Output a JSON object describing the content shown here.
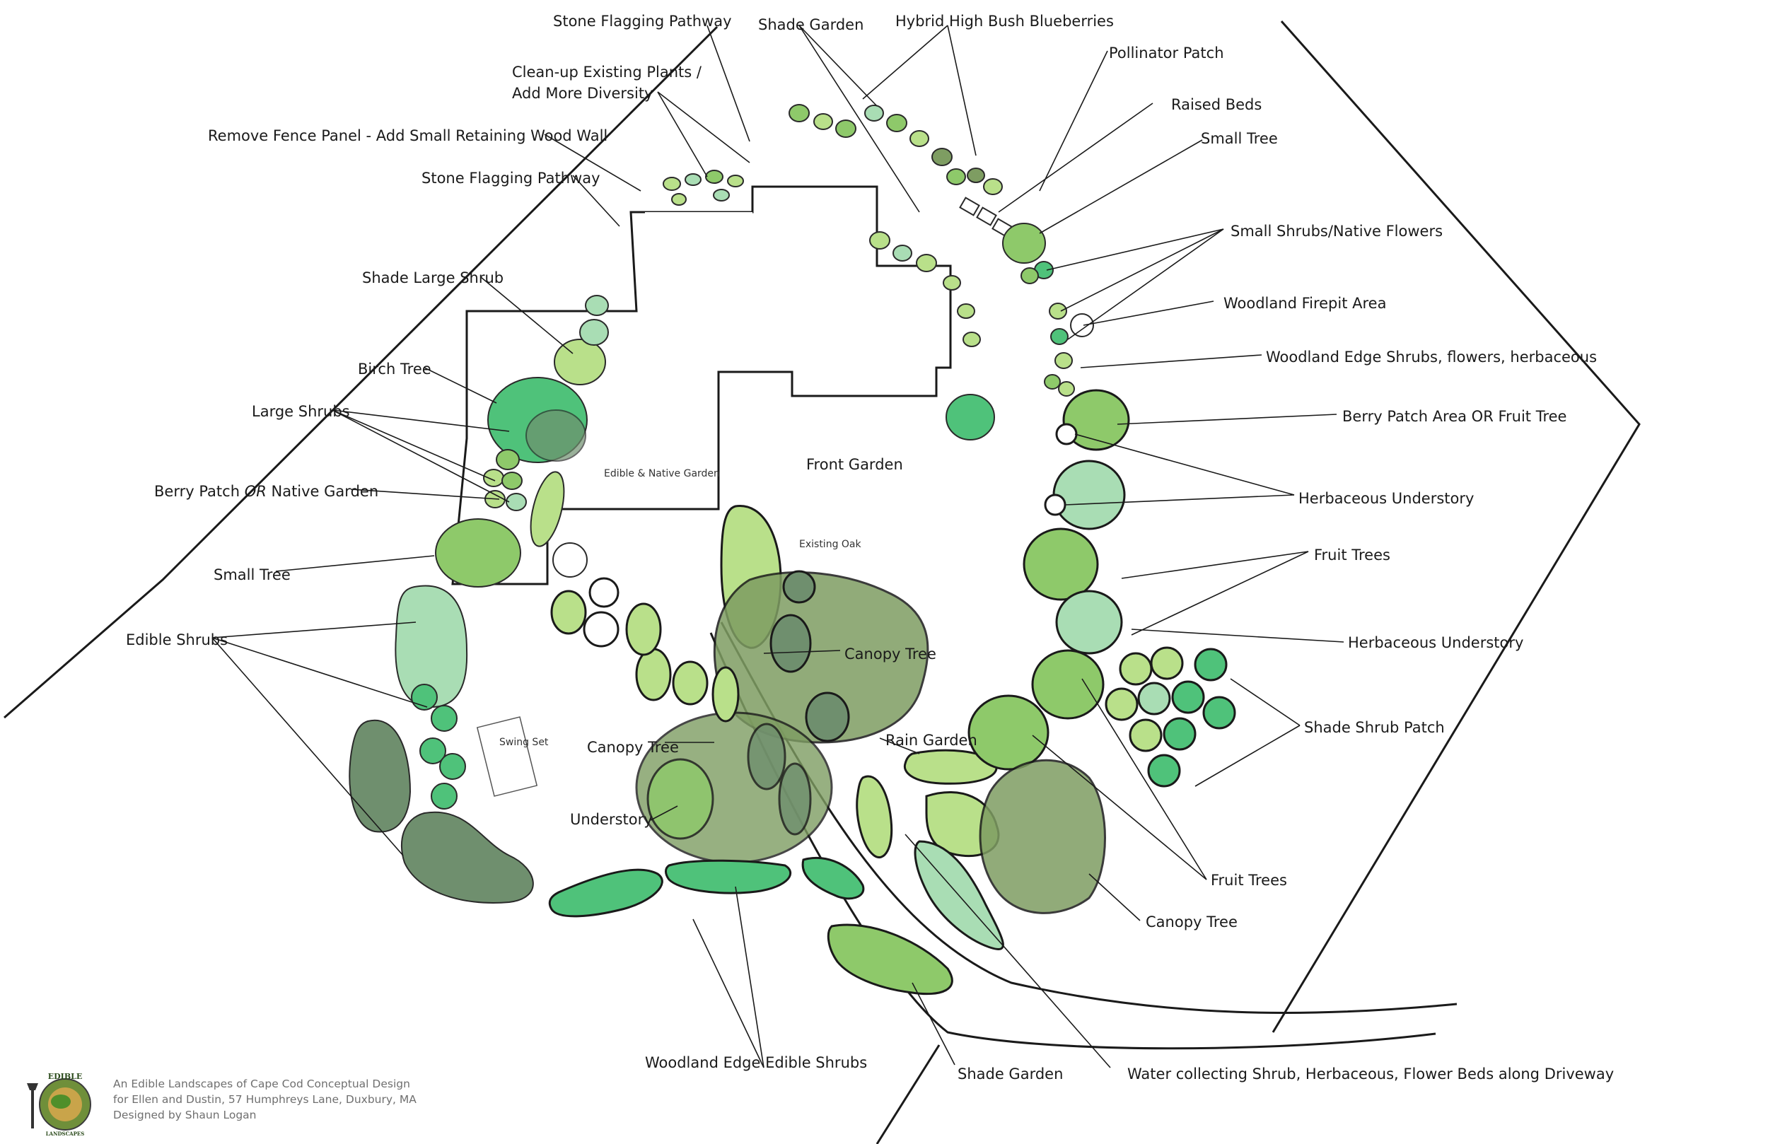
{
  "labels": {
    "stone_flagging_pathway_top": "Stone Flagging Pathway",
    "shade_garden_top": "Shade Garden",
    "hybrid_blueberries": "Hybrid High Bush Blueberries",
    "pollinator_patch": "Pollinator Patch",
    "clean_up_line1": "Clean-up Existing Plants /",
    "clean_up_line2": "Add More Diversity",
    "raised_beds": "Raised Beds",
    "small_tree_right": "Small Tree",
    "remove_fence": "Remove Fence Panel - Add Small Retaining Wood Wall",
    "stone_flagging_pathway_left": "Stone Flagging Pathway",
    "small_shrubs_native_flowers": "Small Shrubs/Native Flowers",
    "shade_large_shrub": "Shade Large Shrub",
    "woodland_firepit": "Woodland Firepit Area",
    "woodland_edge_shrubs": "Woodland Edge Shrubs, flowers, herbaceous",
    "birch_tree": "Birch Tree",
    "large_shrubs": "Large Shrubs",
    "berry_patch_fruit_tree": "Berry Patch Area OR Fruit Tree",
    "berry_patch_pre": "Berry Patch ",
    "berry_patch_or": "OR",
    "berry_patch_post": " Native Garden",
    "herbaceous_understory_1": "Herbaceous Understory",
    "small_tree_left": "Small Tree",
    "fruit_trees_1": "Fruit Trees",
    "edible_shrubs": "Edible Shrubs",
    "herbaceous_understory_2": "Herbaceous Understory",
    "canopy_tree_center": "Canopy Tree",
    "shade_shrub_patch": "Shade Shrub Patch",
    "swing_set": "Swing Set",
    "rain_garden": "Rain Garden",
    "canopy_tree_left": "Canopy Tree",
    "understory": "Understory",
    "fruit_trees_2": "Fruit Trees",
    "canopy_tree_right": "Canopy Tree",
    "woodland_edge_edible_shrubs": "Woodland Edge Edible Shrubs",
    "shade_garden_bottom": "Shade Garden",
    "water_collecting": "Water collecting Shrub, Herbaceous, Flower Beds along Driveway",
    "edible_native_garden": "Edible & Native Garden",
    "front_garden": "Front Garden",
    "existing_oak": "Existing Oak"
  },
  "credit": {
    "line1": "An Edible Landscapes of Cape Cod Conceptual Design",
    "line2": "for Ellen and Dustin, 57 Humphreys Lane, Duxbury, MA",
    "line3": "Designed by Shaun Logan"
  },
  "logo": {
    "text_top": "EDIBLE",
    "text_bottom": "LANDSCAPES"
  },
  "colors": {
    "light_green": "#b9e08a",
    "mid_green": "#8ec96a",
    "pale_green": "#a9ddb4",
    "bright_green": "#4fc27a",
    "olive": "#7e9d62",
    "dark_sage": "#6f8f6e",
    "outline": "#1a1a1a"
  }
}
